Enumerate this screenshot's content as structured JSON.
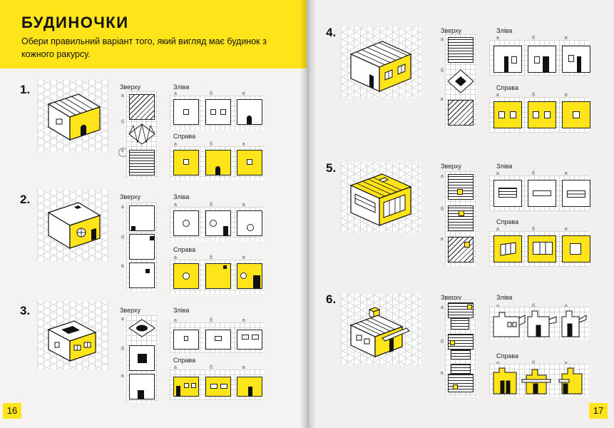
{
  "header": {
    "title": "БУДИНОЧКИ",
    "subtitle": "Обери правильний варіант того, який вигляд має будинок з кожного ракурсу."
  },
  "labels": {
    "top": "Зверху",
    "left": "Зліва",
    "right": "Справа"
  },
  "letters": [
    "а",
    "б",
    "в"
  ],
  "pages": {
    "left_number": "16",
    "right_number": "17"
  },
  "tasks": [
    {
      "number": "1.",
      "circled_top": "в"
    },
    {
      "number": "2."
    },
    {
      "number": "3."
    },
    {
      "number": "4."
    },
    {
      "number": "5."
    },
    {
      "number": "6."
    }
  ],
  "colors": {
    "accent": "#ffe419",
    "ink": "#111111",
    "paper": "#f4f3f1"
  }
}
